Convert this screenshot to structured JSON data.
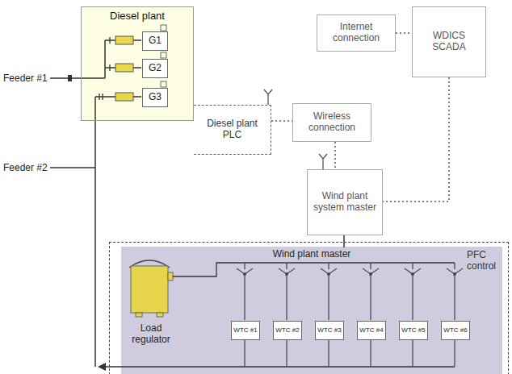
{
  "diagram": {
    "nodes": [
      {
        "text": [
          "Diesel plant"
        ]
      },
      {
        "text": [
          "G1"
        ],
        "in": 0
      },
      {
        "text": [
          "G2"
        ],
        "in": 0
      },
      {
        "text": [
          "G3"
        ],
        "in": 0
      },
      {
        "text": [
          "Diesel plant PLC"
        ]
      },
      {
        "text": [
          "Internet connection"
        ]
      },
      {
        "text": [
          "WDICS SCADA"
        ]
      },
      {
        "text": [
          "Wireless connection"
        ]
      },
      {
        "text": [
          "Wind plant system master"
        ]
      },
      {
        "text": [
          "PFC control"
        ]
      },
      {
        "text": [
          "Wind plant master"
        ],
        "in": 9
      },
      {
        "text": [
          "Load regulator"
        ],
        "in": 10
      },
      {
        "text": [
          "WTC #1"
        ],
        "in": 10
      },
      {
        "text": [
          "WTC #2"
        ],
        "in": 10
      },
      {
        "text": [
          "WTC #3"
        ],
        "in": 10
      },
      {
        "text": [
          "WTC #4"
        ],
        "in": 10
      },
      {
        "text": [
          "WTC #5"
        ],
        "in": 10
      },
      {
        "text": [
          "WTC #6"
        ],
        "in": 10
      }
    ],
    "edges": [
      {
        "from": 4,
        "to": 7,
        "arrow": "none"
      },
      {
        "from": 7,
        "to": 8,
        "arrow": "none"
      },
      {
        "from": 5,
        "to": 6,
        "arrow": "none"
      },
      {
        "from": 6,
        "to": 8,
        "arrow": "none"
      },
      {
        "from": 8,
        "to": 10,
        "arrow": "none"
      }
    ],
    "labels": [
      "Feeder #1",
      "Feeder #2"
    ]
  }
}
